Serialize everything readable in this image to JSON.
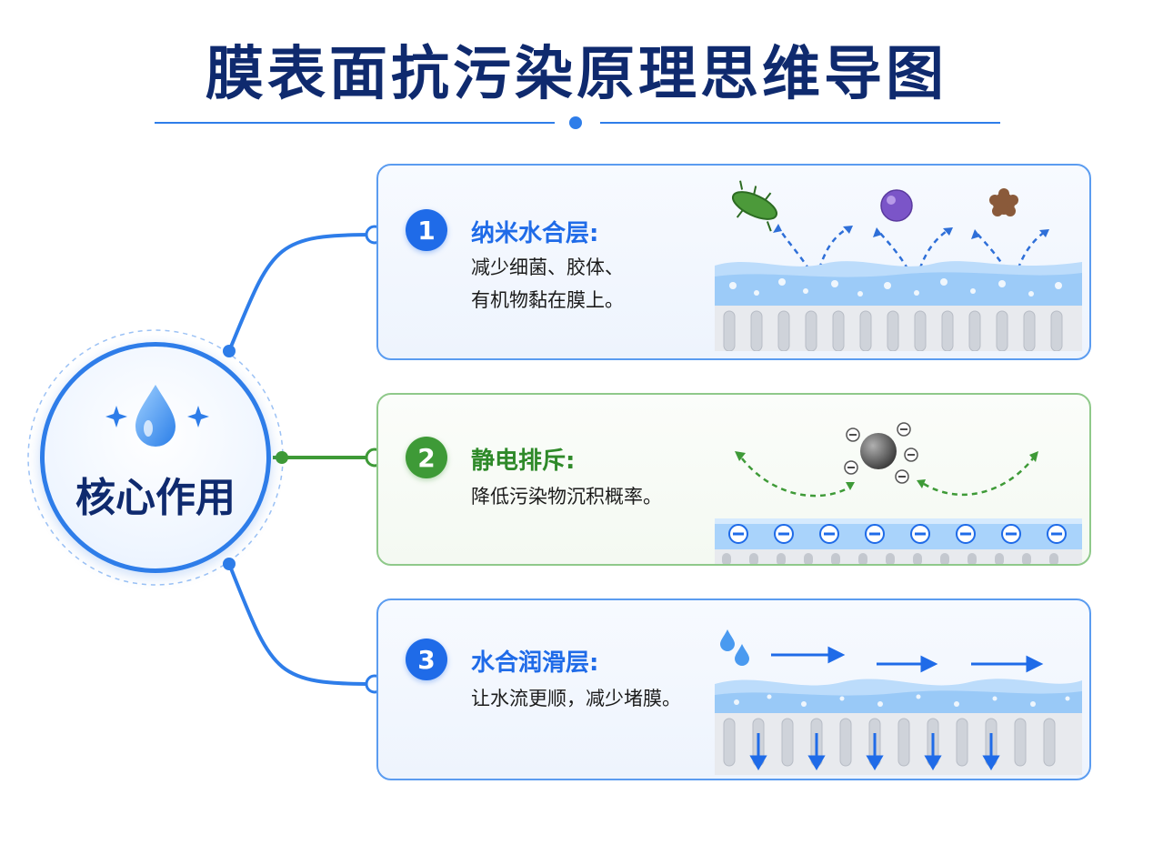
{
  "title": "膜表面抗污染原理思维导图",
  "core": {
    "label": "核心作用"
  },
  "cards": [
    {
      "number": "1",
      "title": "纳米水合层:",
      "description_lines": [
        "减少细菌、胶体、",
        "有机物黏在膜上。"
      ],
      "icon": "hydration-layer-illustration"
    },
    {
      "number": "2",
      "title": "静电排斥:",
      "description_lines": [
        "降低污染物沉积概率。"
      ],
      "icon": "electrostatic-repulsion-illustration"
    },
    {
      "number": "3",
      "title": "水合润滑层:",
      "description_lines": [
        "让水流更顺，减少堵膜。"
      ],
      "icon": "lubrication-flow-illustration"
    }
  ],
  "colors": {
    "blue": "#1f6be8",
    "green": "#3e9a37",
    "navy": "#0f2a6e",
    "water": "#bcdcfb"
  }
}
